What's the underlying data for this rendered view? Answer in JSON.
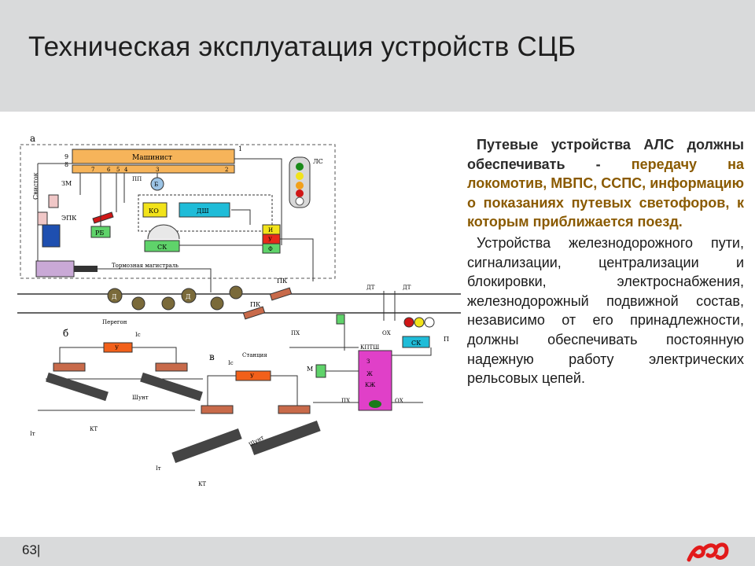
{
  "slide": {
    "title": "Техническая эксплуатация устройств СЦБ",
    "page_number": "63|",
    "colors": {
      "header_bg": "#d9dadb",
      "footer_bg": "#d9dadb",
      "accent_text": "#8a5a00",
      "logo_red": "#e21a1a"
    }
  },
  "text": {
    "para1_lead": "Путевые устройства АЛС должны обеспечивать - ",
    "para1_accent": "передачу на локомотив, МВПС, ССПС, информацию о показаниях путевых светофоров, к которым приближается поезд.",
    "para2": "Устройства железнодорожного пути, сигнализации, централизации и блокировки, электроснабжения, железнодорожный подвижной состав, независимо от его принадлежности, должны обеспечивать постоянную надежную работу электрических рельсовых цепей."
  },
  "diagram": {
    "label_a": "а",
    "label_b": "б",
    "label_v": "в",
    "mashinist": "Машинист",
    "als": "ЛС",
    "zm": "ЗМ",
    "svistok": "Свисток",
    "epk": "ЭПК",
    "rb": "РБ",
    "ko": "КО",
    "dsh": "ДШ",
    "sk": "СК",
    "b": "Б",
    "pp": "ПП",
    "i": "И",
    "u": "У",
    "f": "Ф",
    "d": "Д",
    "pk": "ПК",
    "tormoznaya": "Тормозная магистраль",
    "peregon": "Перегон",
    "stanciya": "Станция",
    "shunt": "Шунт",
    "kt": "КТ",
    "dt": "ДТ",
    "px": "ПХ",
    "ox": "ОХ",
    "kptsh": "КПТШ",
    "p": "П",
    "m": "М",
    "kzh": "КЖ",
    "zh": "Ж",
    "z": "З",
    "y": "У",
    "n1": "1",
    "n2": "2",
    "n3": "3",
    "n4": "4",
    "n5": "5",
    "n6": "6",
    "n7": "7",
    "n8": "8",
    "n9": "9",
    "ic": "Iс",
    "it": "Iт"
  }
}
